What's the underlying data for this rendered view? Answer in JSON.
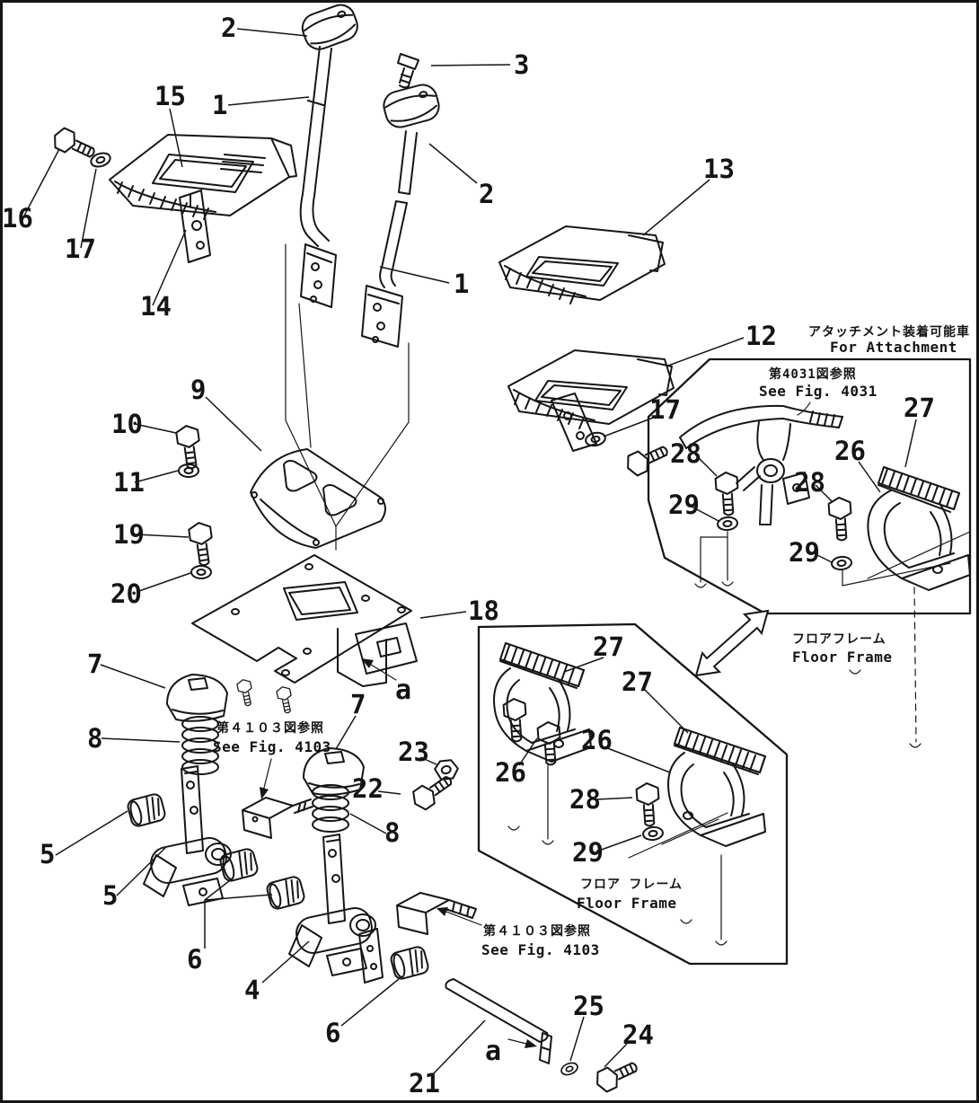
{
  "figure": {
    "kind": "exploded parts diagram",
    "ink_color": "#161616",
    "paper_color": "#ffffff"
  },
  "texts": {
    "attachment_jp": "アタッチメント装着可能車",
    "attachment_en": "For Attachment",
    "fig4031_jp": "第4031図参照",
    "fig4031_en": "See Fig. 4031",
    "fig4103a_jp": "第４１０３図参照",
    "fig4103a_en": "See Fig. 4103",
    "fig4103b_jp": "第４１０３図参照",
    "fig4103b_en": "See Fig. 4103",
    "floor_frame1_jp": "フロアフレーム",
    "floor_frame1_en": "Floor Frame",
    "floor_frame2_jp": "フロア フレーム",
    "floor_frame2_en": "Floor Frame"
  },
  "callouts": {
    "n1a": "1",
    "n1b": "1",
    "n2a": "2",
    "n2b": "2",
    "n3": "3",
    "n4": "4",
    "n5a": "5",
    "n5b": "5",
    "n6a": "6",
    "n6b": "6",
    "n7a": "7",
    "n7b": "7",
    "n8a": "8",
    "n8b": "8",
    "n9": "9",
    "n10": "10",
    "n11": "11",
    "n12": "12",
    "n13": "13",
    "n14": "14",
    "n15": "15",
    "n16": "16",
    "n17a": "17",
    "n17b": "17",
    "n18": "18",
    "n19": "19",
    "n20": "20",
    "n21": "21",
    "n22": "22",
    "n23": "23",
    "n24": "24",
    "n25": "25",
    "n26a": "26",
    "n26b": "26",
    "n26c": "26",
    "n27a": "27",
    "n27b": "27",
    "n27c": "27",
    "n28a": "28",
    "n28b": "28",
    "n28c": "28",
    "n29a": "29",
    "n29b": "29",
    "n29c": "29",
    "ref_a1": "a",
    "ref_a2": "a"
  }
}
